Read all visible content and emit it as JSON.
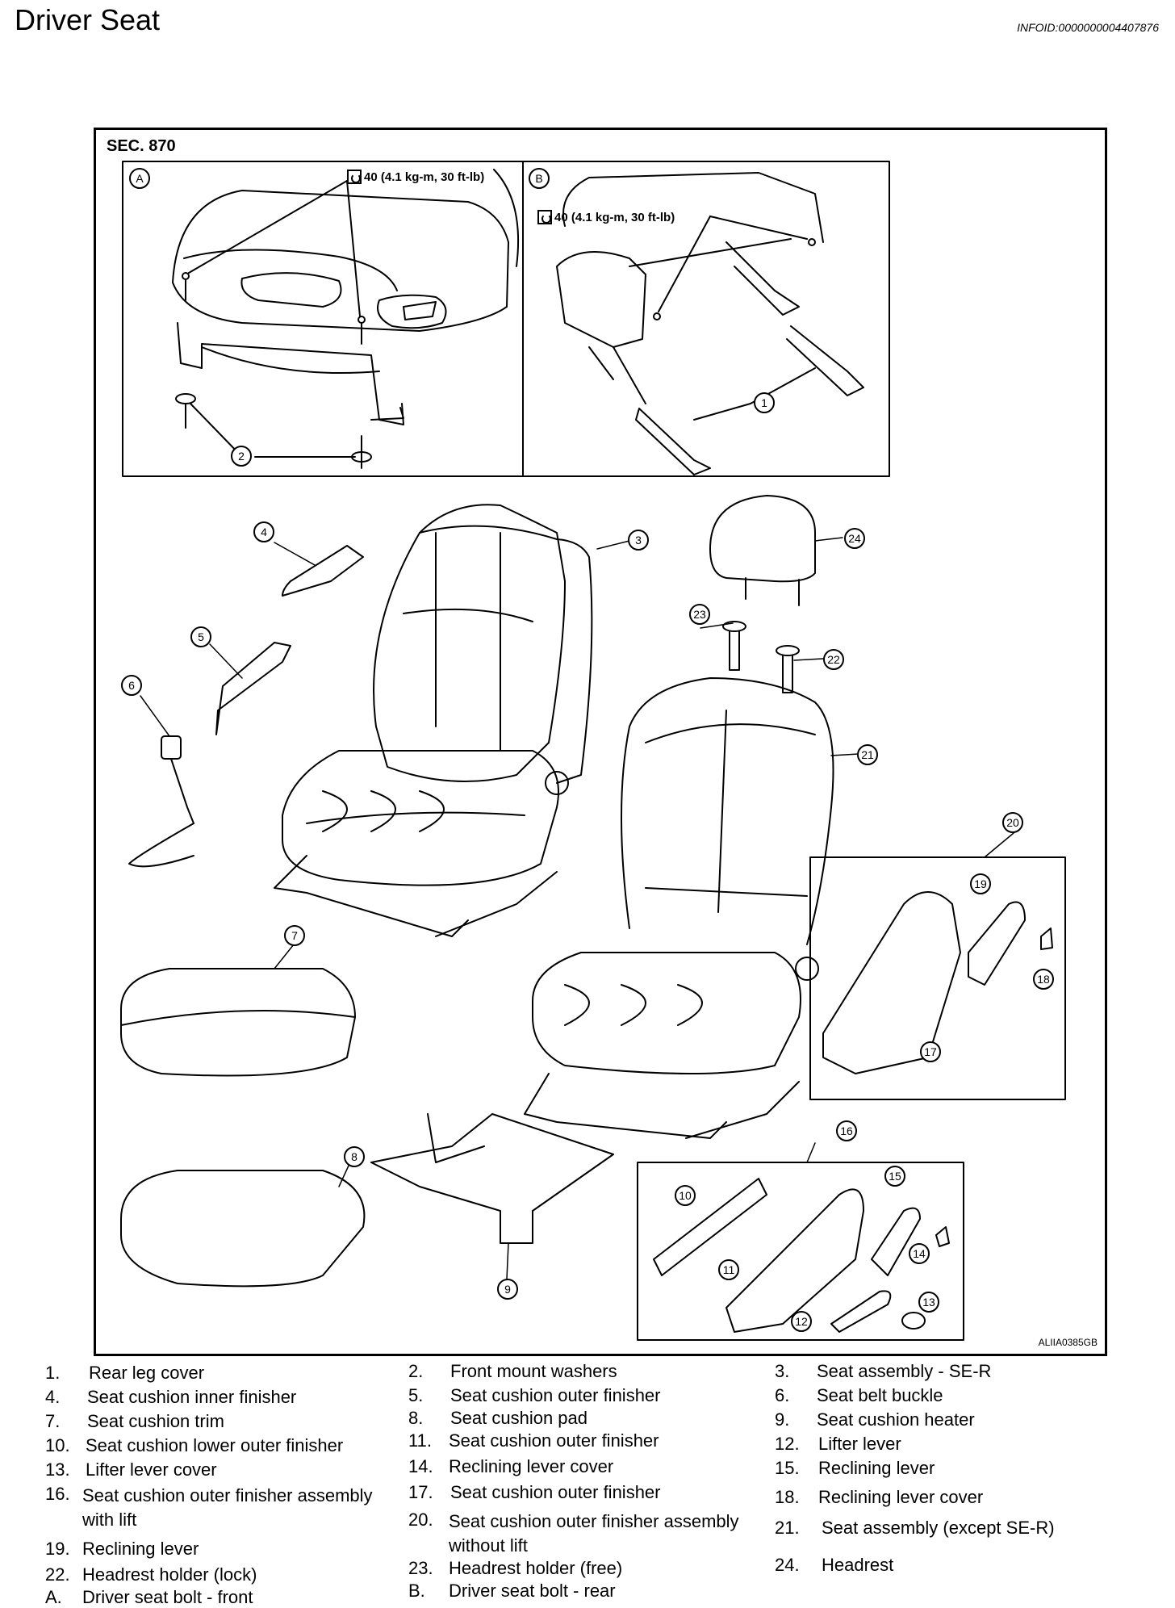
{
  "header": {
    "title": "Driver Seat",
    "info_id": "INFOID:0000000004407876"
  },
  "figure": {
    "section": "SEC. 870",
    "detail_a": "A",
    "detail_b": "B",
    "torque_a": "40 (4.1 kg-m, 30 ft-lb)",
    "torque_b": "40 (4.1 kg-m, 30 ft-lb)",
    "code": "ALIIA0385GB",
    "callouts": [
      "1",
      "2",
      "3",
      "4",
      "5",
      "6",
      "7",
      "8",
      "9",
      "10",
      "11",
      "12",
      "13",
      "14",
      "15",
      "16",
      "17",
      "18",
      "19",
      "20",
      "21",
      "22",
      "23",
      "24"
    ]
  },
  "legend": [
    {
      "n": "1.",
      "t": "Rear leg cover"
    },
    {
      "n": "2.",
      "t": "Front mount washers"
    },
    {
      "n": "3.",
      "t": "Seat assembly - SE-R"
    },
    {
      "n": "4.",
      "t": "Seat cushion inner finisher"
    },
    {
      "n": "5.",
      "t": "Seat cushion outer finisher"
    },
    {
      "n": "6.",
      "t": "Seat belt buckle"
    },
    {
      "n": "7.",
      "t": "Seat cushion trim"
    },
    {
      "n": "8.",
      "t": "Seat cushion pad"
    },
    {
      "n": "9.",
      "t": "Seat cushion heater"
    },
    {
      "n": "10.",
      "t": "Seat cushion lower outer finisher"
    },
    {
      "n": "11.",
      "t": "Seat cushion outer finisher"
    },
    {
      "n": "12.",
      "t": "Lifter lever"
    },
    {
      "n": "13.",
      "t": "Lifter lever cover"
    },
    {
      "n": "14.",
      "t": "Reclining lever cover"
    },
    {
      "n": "15.",
      "t": "Reclining lever"
    },
    {
      "n": "16.",
      "t": "Seat cushion outer finisher assembly with lift"
    },
    {
      "n": "17.",
      "t": "Seat cushion outer finisher"
    },
    {
      "n": "18.",
      "t": "Reclining lever cover"
    },
    {
      "n": "19.",
      "t": "Reclining lever"
    },
    {
      "n": "20.",
      "t": "Seat cushion outer finisher assembly without lift"
    },
    {
      "n": "21.",
      "t": "Seat assembly (except SE-R)"
    },
    {
      "n": "22.",
      "t": "Headrest holder (lock)"
    },
    {
      "n": "23.",
      "t": "Headrest holder (free)"
    },
    {
      "n": "24.",
      "t": "Headrest"
    },
    {
      "n": "A.",
      "t": "Driver seat bolt - front"
    },
    {
      "n": "B.",
      "t": "Driver seat bolt - rear"
    }
  ]
}
